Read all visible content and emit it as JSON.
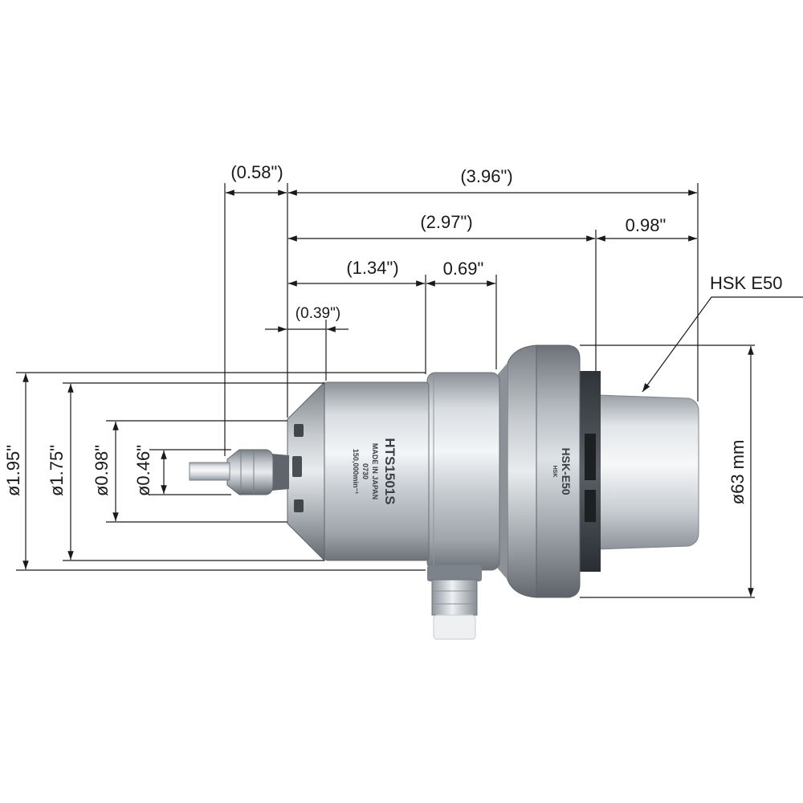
{
  "dimensions": {
    "nose_length": "(0.58\")",
    "overall_length": "(3.96\")",
    "body_to_shank_length": "(2.97\")",
    "shank_length": "0.98\"",
    "front_length": "(1.34\")",
    "ring_length": "0.69\"",
    "nose_cone_length": "(0.39\")",
    "flange_diameter": "ø1.95\"",
    "body_diameter": "ø1.75\"",
    "front_diameter": "ø0.98\"",
    "collet_diameter": "ø0.46\"",
    "shank_diameter": "ø63 mm"
  },
  "callouts": {
    "shank_type": "HSK E50"
  },
  "engraving": {
    "model": "HTS1501S",
    "line1": "MADE IN JAPAN",
    "line2": "0730",
    "line3": "150,000min⁻¹",
    "flange_mark": "HSK-E50",
    "flange_sub": "HSK"
  },
  "colors": {
    "metal_light": "#e6e9ec",
    "metal_mid": "#b9bec4",
    "metal_dark": "#6f767d",
    "line": "#1a1a1a"
  }
}
